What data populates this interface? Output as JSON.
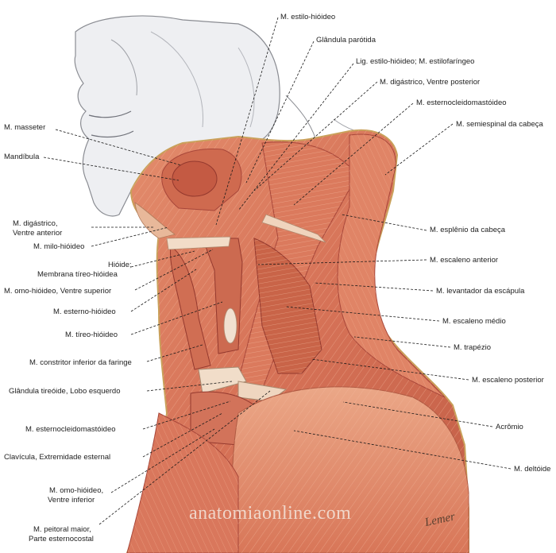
{
  "labels": {
    "estilo_hioideo": "M. estilo-hióideo",
    "glandula_parotida": "Glândula parótida",
    "lig_estilo_hioideo": "Lig. estilo-hióideo; M. estilofaríngeo",
    "digastrico_posterior": "M. digástrico, Ventre posterior",
    "esternocleidomastoideo_top": "M. esternocleidomastóideo",
    "semiespinal": "M. semiespinal da cabeça",
    "masseter": "M. masseter",
    "mandibula": "Mandíbula",
    "digastrico_anterior_1": "M. digástrico,",
    "digastrico_anterior_2": "Ventre anterior",
    "milo_hioideo": "M. milo-hióideo",
    "hioide_1": "Hióide;",
    "hioide_2": "Membrana tíreo-hióidea",
    "omo_hioideo_superior": "M. omo-hióideo, Ventre superior",
    "esterno_hioideo": "M. esterno-hióideo",
    "tireo_hioideo": "M. tíreo-hióideo",
    "constritor": "M. constritor inferior da faringe",
    "glandula_tireoide": "Glândula tireóide, Lobo esquerdo",
    "esternocleidomastoideo_bottom": "M. esternocleidomastóideo",
    "clavicula": "Clavícula, Extremidade esternal",
    "omo_hioideo_inferior_1": "M. omo-hióideo,",
    "omo_hioideo_inferior_2": "Ventre inferior",
    "peitoral_1": "M. peitoral maior,",
    "peitoral_2": "Parte esternocostal",
    "esplenio": "M. esplênio da cabeça",
    "escaleno_anterior": "M. escaleno anterior",
    "levantador": "M. levantador da escápula",
    "escaleno_medio": "M. escaleno médio",
    "trapezio": "M. trapézio",
    "escaleno_posterior": "M. escaleno posterior",
    "acromio": "Acrômio",
    "deltoide": "M. deltóide"
  },
  "watermark": "anatomiaonline.com",
  "signature": "Lemer",
  "colors": {
    "muscle": "#d9765a",
    "muscle_dark": "#b0503a",
    "muscle_light": "#eba383",
    "tendon": "#f1d9c4",
    "skin_outline": "#c9a05a",
    "face_sketch": "#7d7f85",
    "leader": "#1a1a1a"
  }
}
